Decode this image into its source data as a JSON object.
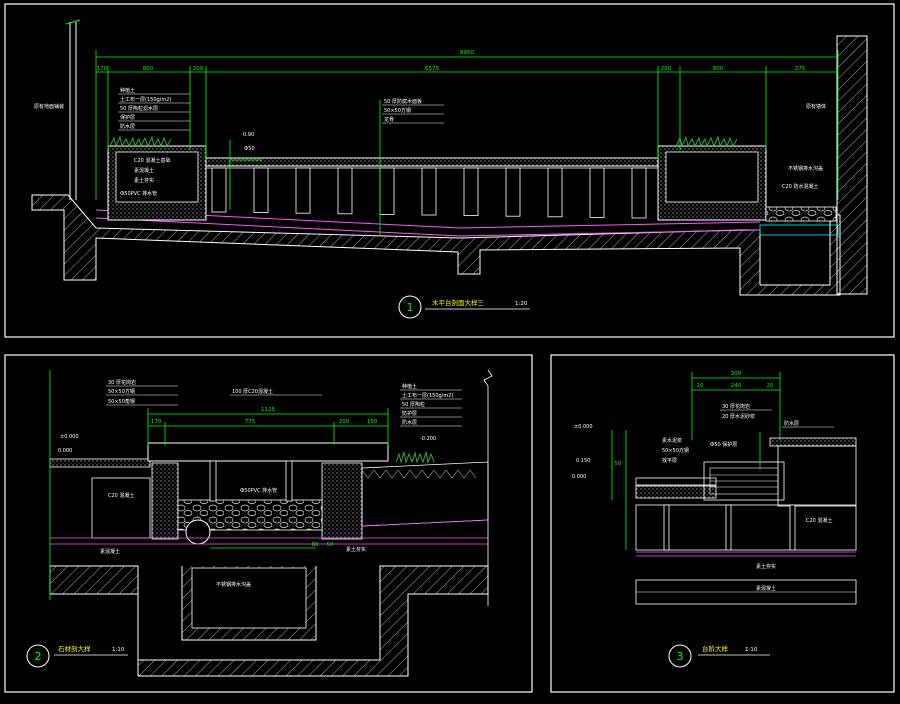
{
  "colors": {
    "background": "#000000",
    "frame": "#ffffff",
    "dimension": "#00ff00",
    "leader": "#ffffff",
    "hatch": "#ff55ff",
    "structure": "#00ffff",
    "plant": "#33aa33",
    "annotation": "#ffff00"
  },
  "panels": [
    {
      "id": "1",
      "title": "木平台剖面大样三",
      "scale": "1:20",
      "dims_top": [
        "8950",
        "170",
        "800",
        "200",
        "6575",
        "200",
        "800",
        "275"
      ],
      "labels": [
        "原有地面铺装",
        "种植土",
        "土工布一层(150g/m2)",
        "50 厚陶粒滤水层",
        "保护层",
        "防水层",
        "50 厚防腐木面板",
        "50×50方钢",
        "龙骨",
        "C20 混凝土基础",
        "素混凝土",
        "素土夯实",
        "不锈钢排水沟盖",
        "C20 防水混凝土",
        "原有墙体",
        "Ф50PVC 排水管",
        "0.90",
        "Ф50"
      ]
    },
    {
      "id": "2",
      "title": "石材剖大样",
      "scale": "1:10",
      "dims_top": [
        "1125",
        "170",
        "775",
        "200",
        "150",
        "80",
        "50"
      ],
      "labels": [
        "30 厚花岗岩",
        "50×50方钢",
        "50×50角钢",
        "100 厚C20混凝土",
        "种植土",
        "土工布一层(150g/m2)",
        "50 厚陶粒",
        "防护层",
        "防水层",
        "C20 混凝土",
        "Ф50PVC 排水管",
        "素土夯实",
        "素混凝土",
        "不锈钢排水沟盖",
        "±0.000",
        "-0.200",
        "0.000"
      ]
    },
    {
      "id": "3",
      "title": "台阶大样",
      "scale": "1:10",
      "dims_top": [
        "300",
        "20",
        "240",
        "20",
        "50"
      ],
      "labels": [
        "30 厚花岗岩",
        "20 厚水泥砂浆",
        "素水泥浆",
        "50×50方钢",
        "找平层",
        "防水层",
        "C20 混凝土",
        "素土夯实",
        "素混凝土",
        "Ф50 保护层",
        "0.150",
        "0.000",
        "±0.000"
      ]
    }
  ]
}
